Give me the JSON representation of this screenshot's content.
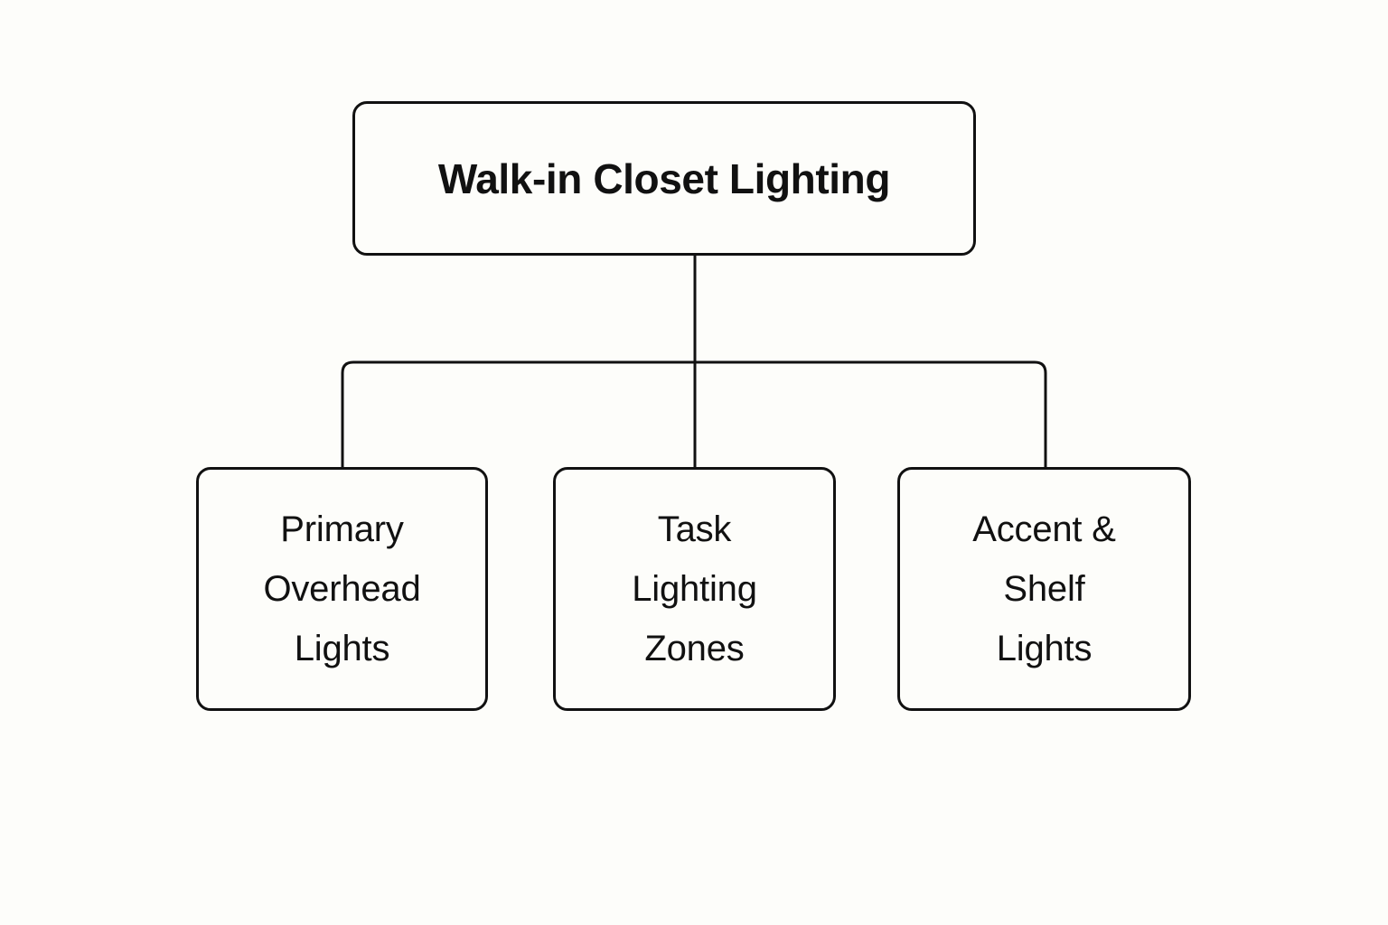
{
  "diagram": {
    "type": "hierarchy-tree",
    "orientation": "top-down",
    "background_color": "#fdfdfa",
    "stroke_color": "#111111",
    "node_fill_color": "#fdfdfa",
    "root": {
      "label": "Walk-in Closet Lighting"
    },
    "children": [
      {
        "label": "Primary\nOverhead\nLights"
      },
      {
        "label": "Task\nLighting\nZones"
      },
      {
        "label": "Accent &\nShelf\nLights"
      }
    ]
  }
}
